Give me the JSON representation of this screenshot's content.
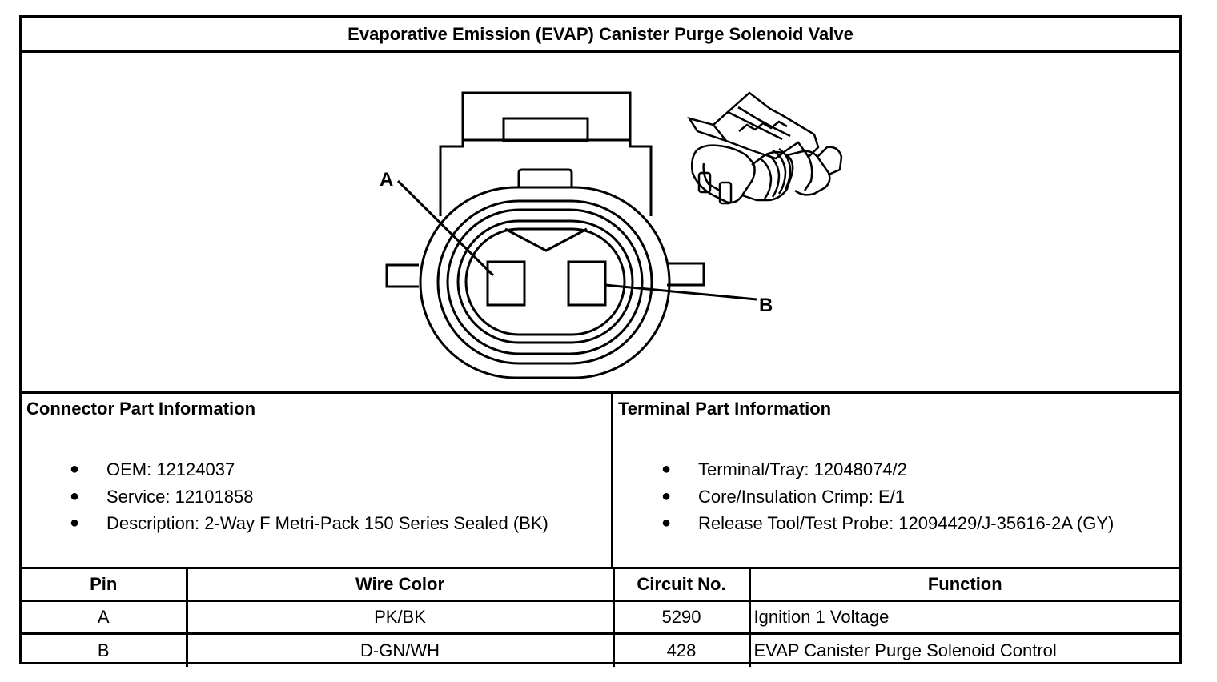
{
  "title": "Evaporative Emission (EVAP) Canister Purge Solenoid Valve",
  "diagram": {
    "pin_labels": [
      "A",
      "B"
    ]
  },
  "connector_info": {
    "heading": "Connector Part Information",
    "items": [
      "OEM: 12124037",
      "Service: 12101858",
      "Description: 2-Way F Metri-Pack 150 Series Sealed (BK)"
    ]
  },
  "terminal_info": {
    "heading": "Terminal Part Information",
    "items": [
      "Terminal/Tray: 12048074/2",
      "Core/Insulation Crimp: E/1",
      "Release Tool/Test Probe: 12094429/J-35616-2A (GY)"
    ]
  },
  "bullet_glyph": "●",
  "table": {
    "headers": [
      "Pin",
      "Wire Color",
      "Circuit No.",
      "Function"
    ],
    "rows": [
      [
        "A",
        "PK/BK",
        "5290",
        "Ignition 1 Voltage"
      ],
      [
        "B",
        "D-GN/WH",
        "428",
        "EVAP Canister Purge Solenoid Control"
      ]
    ]
  }
}
